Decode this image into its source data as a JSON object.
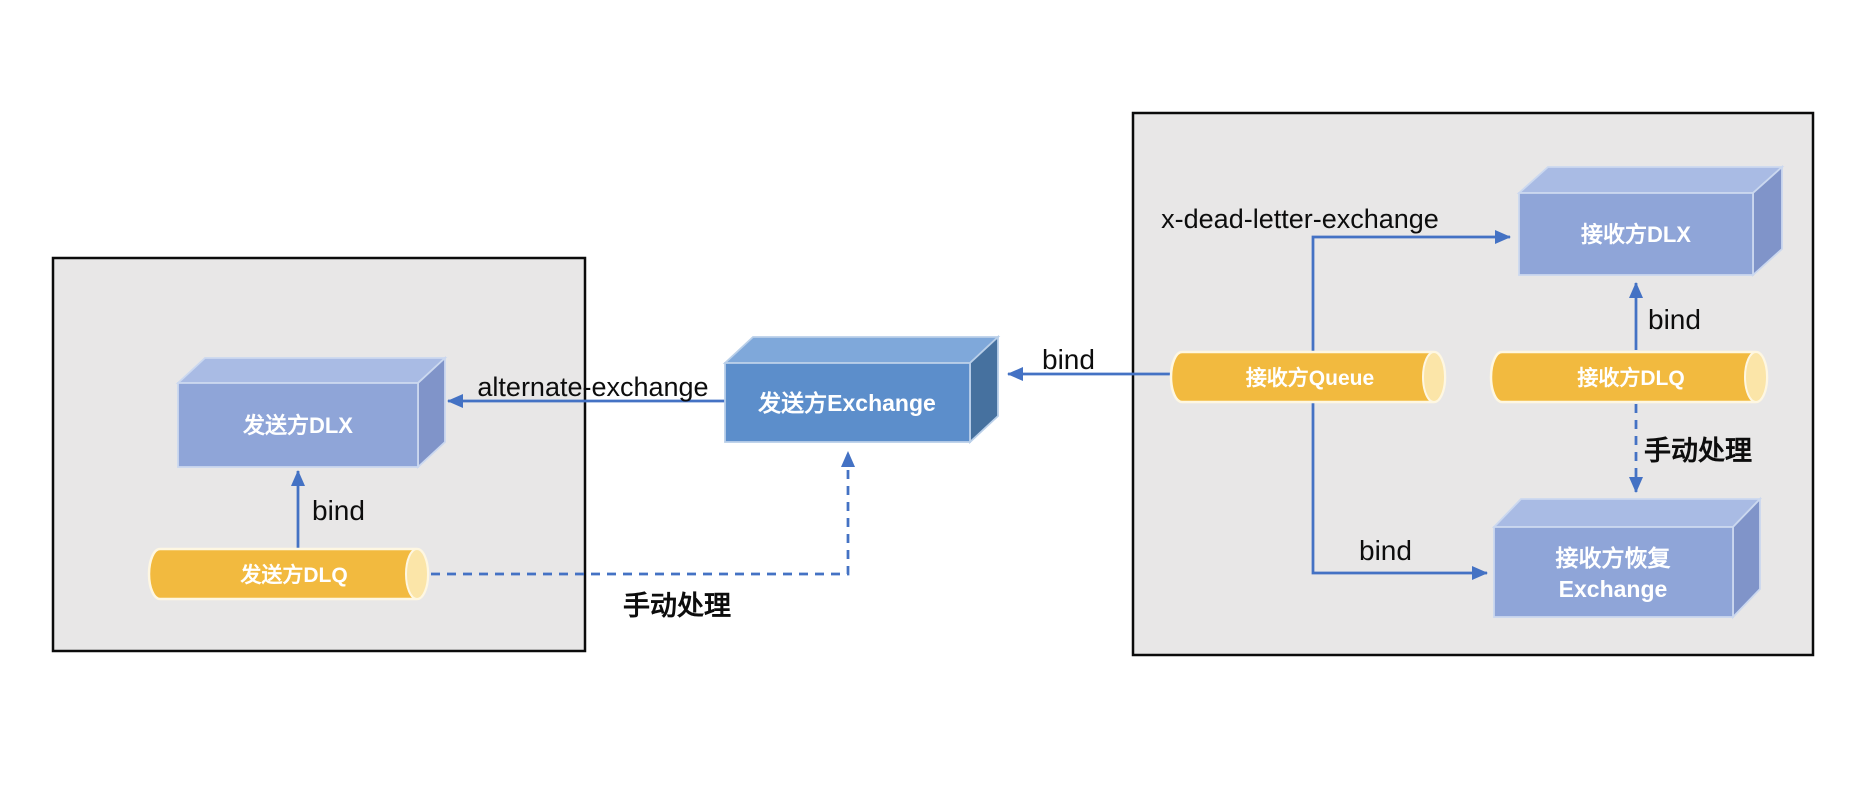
{
  "diagram": {
    "nodes": {
      "sender_dlx": {
        "label": "发送方DLX"
      },
      "sender_dlq": {
        "label": "发送方DLQ"
      },
      "sender_exchange": {
        "label": "发送方Exchange"
      },
      "receiver_queue": {
        "label": "接收方Queue"
      },
      "receiver_dlq": {
        "label": "接收方DLQ"
      },
      "receiver_dlx": {
        "label": "接收方DLX"
      },
      "receiver_recovery_exchange": {
        "label_line1": "接收方恢复",
        "label_line2": "Exchange"
      }
    },
    "edges": {
      "alternate_exchange": {
        "label": "alternate-exchange"
      },
      "sender_dlq_bind": {
        "label": "bind"
      },
      "sender_manual": {
        "label": "手动处理"
      },
      "receiver_queue_to_sender_exchange": {
        "label": "bind"
      },
      "x_dead_letter_exchange": {
        "label": "x-dead-letter-exchange"
      },
      "receiver_dlq_bind": {
        "label": "bind"
      },
      "receiver_manual": {
        "label": "手动处理"
      },
      "receiver_queue_recovery_bind": {
        "label": "bind"
      }
    },
    "colors": {
      "background": "#ffffff",
      "panel_fill": "#E8E7E7",
      "panel_border": "#0b0b0b",
      "arrow": "#4472C4",
      "cube_light_front": "#8FA5D8",
      "cube_light_top": "#A9BBE4",
      "cube_light_side": "#8094C9",
      "cube_dark_front": "#5C8ECB",
      "cube_dark_top": "#7FA8DA",
      "cube_dark_side": "#46719F",
      "cylinder_body": "#F2BA3F",
      "cylinder_cap": "#FBE5A8",
      "cylinder_outline": "#FEF7E2",
      "shape_text": "#ffffff",
      "label_text": "#0d0d0d"
    }
  }
}
